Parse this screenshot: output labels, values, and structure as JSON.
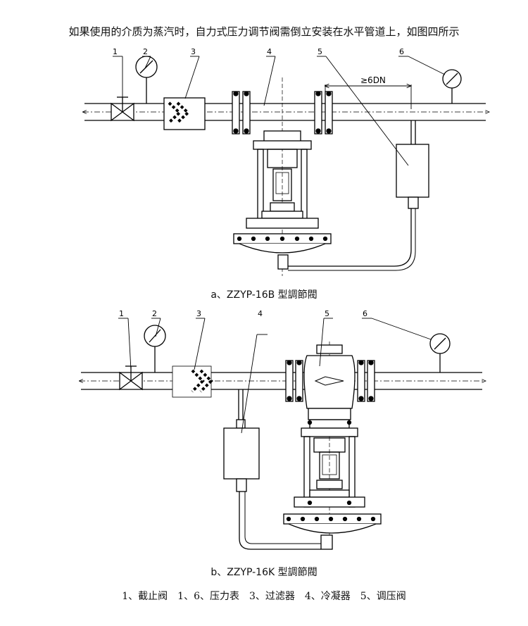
{
  "header": {
    "text": "如果使用的介质为蒸汽时，自力式压力调节阀需倒立安装在水平管道上，如图四所示"
  },
  "diagram_a": {
    "labels": [
      "1",
      "2",
      "3",
      "4",
      "5",
      "6"
    ],
    "dimension": "≥6DN",
    "caption": "a、ZZYP-16B 型調節閥"
  },
  "diagram_b": {
    "labels": [
      "1",
      "2",
      "3",
      "4",
      "5",
      "6"
    ],
    "caption": "b、ZZYP-16K 型調節閥"
  },
  "legend": {
    "text": "1、截止阀　1、6、压力表　3、过滤器　4、冷凝器　5、调压阀"
  }
}
